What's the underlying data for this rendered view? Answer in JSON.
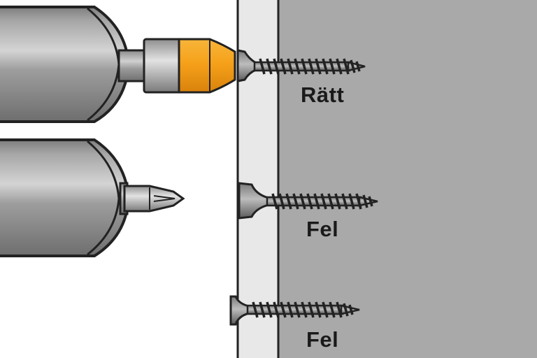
{
  "labels": {
    "correct": "Rätt",
    "wrong_deep": "Fel",
    "wrong_shallow": "Fel"
  },
  "colors": {
    "outline": "#222222",
    "background": "#ffffff",
    "drywall": "#e8e8e8",
    "stud": "#a9a9a9",
    "drill_body": "#9a9a9a",
    "depth_stop": "#f2a31b",
    "screw": "#555555"
  },
  "icons": {
    "top_tool": "drill-with-depth-stop-bit-holder",
    "bottom_tool": "drill-with-phillips-bit",
    "screws": "drywall-screw"
  }
}
